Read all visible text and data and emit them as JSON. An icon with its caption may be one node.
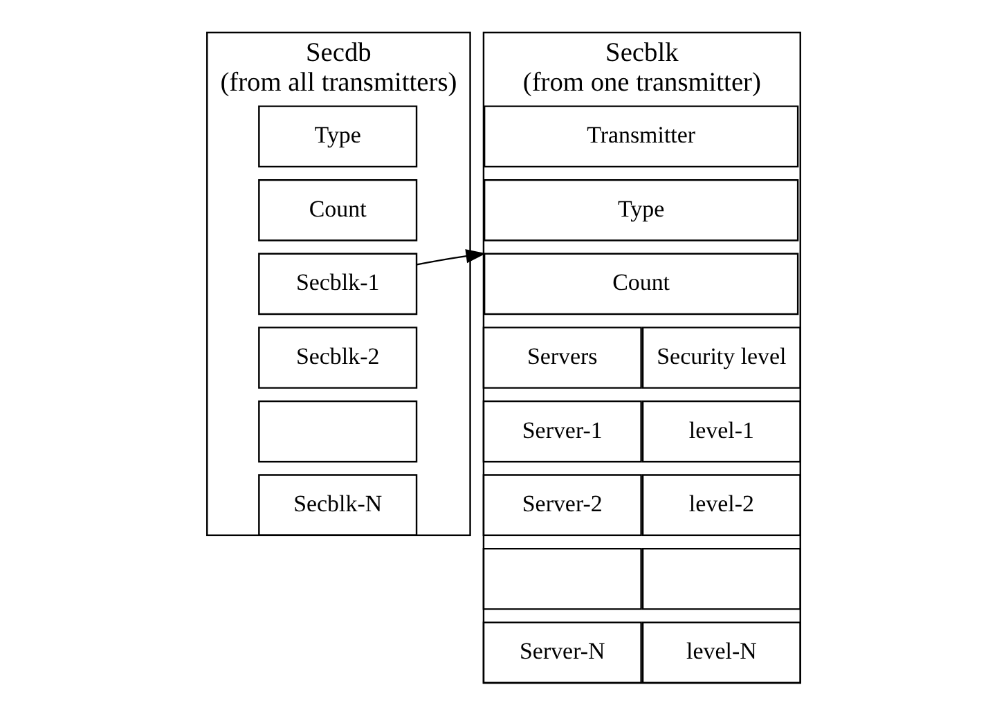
{
  "diagram": {
    "nodes": [
      {
        "text": [
          "Secdb",
          "(from all transmitters)"
        ]
      },
      {
        "text": [
          "Type"
        ],
        "in": 0
      },
      {
        "text": [
          "Count"
        ],
        "in": 0
      },
      {
        "text": [
          "Secblk-1"
        ],
        "in": 0
      },
      {
        "text": [
          "Secblk-2"
        ],
        "in": 0
      },
      {
        "text": [],
        "shape": "box",
        "in": 0
      },
      {
        "text": [
          "Secblk-N"
        ],
        "in": 0
      },
      {
        "text": [
          "Secblk",
          "(from one transmitter)"
        ]
      },
      {
        "text": [
          "Transmitter"
        ],
        "in": 7
      },
      {
        "text": [
          "Type"
        ],
        "in": 7
      },
      {
        "text": [
          "Count"
        ],
        "in": 7
      },
      {
        "text": [
          "Servers"
        ],
        "in": 7
      },
      {
        "text": [
          "Security level"
        ],
        "in": 7
      },
      {
        "text": [
          "Server-1"
        ],
        "in": 7
      },
      {
        "text": [
          "level-1"
        ],
        "in": 7
      },
      {
        "text": [
          "Server-2"
        ],
        "in": 7
      },
      {
        "text": [
          "level-2"
        ],
        "in": 7
      },
      {
        "text": [],
        "shape": "box",
        "in": 7
      },
      {
        "text": [],
        "shape": "box",
        "in": 7
      },
      {
        "text": [
          "Server-N"
        ],
        "in": 7
      },
      {
        "text": [
          "level-N"
        ],
        "in": 7
      }
    ],
    "edges": [
      {
        "from": 3,
        "to": 7,
        "arrow": "to"
      }
    ]
  }
}
